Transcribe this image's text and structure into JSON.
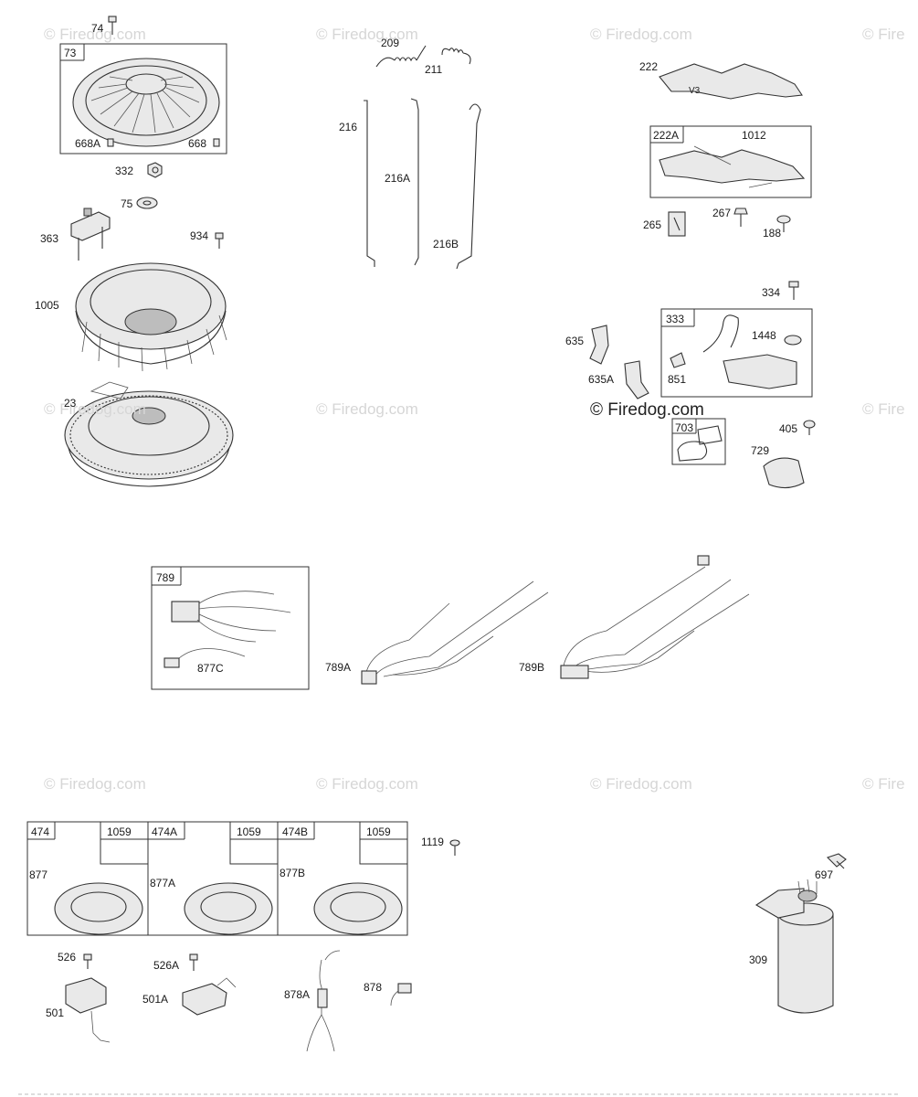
{
  "watermark": {
    "text": "© Firedog.com",
    "edge_text": "© Fire"
  },
  "callouts": {
    "p74": "74",
    "p73": "73",
    "p668a": "668A",
    "p668": "668",
    "p332": "332",
    "p75": "75",
    "p363": "363",
    "p934": "934",
    "p1005": "1005",
    "p23": "23",
    "p209": "209",
    "p211": "211",
    "p216": "216",
    "p216a": "216A",
    "p216b": "216B",
    "p222": "222",
    "p222a": "222A",
    "p1012": "1012",
    "p265": "265",
    "p267": "267",
    "p188": "188",
    "p334": "334",
    "p333": "333",
    "p1448": "1448",
    "p635": "635",
    "p635a": "635A",
    "p851": "851",
    "p703": "703",
    "p405": "405",
    "p729": "729",
    "p789": "789",
    "p877c": "877C",
    "p789a": "789A",
    "p789b": "789B",
    "p474": "474",
    "p1059a": "1059",
    "p877": "877",
    "p474a": "474A",
    "p1059b": "1059",
    "p877a": "877A",
    "p474b": "474B",
    "p1059c": "1059",
    "p877b": "877B",
    "p1119": "1119",
    "p526": "526",
    "p526a": "526A",
    "p501": "501",
    "p501a": "501A",
    "p878a": "878A",
    "p878": "878",
    "p697": "697",
    "p309": "309"
  }
}
